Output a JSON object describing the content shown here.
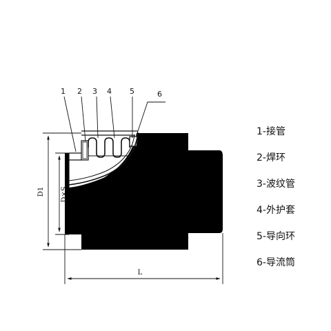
{
  "callouts": [
    "1",
    "2",
    "3",
    "4",
    "5",
    "6"
  ],
  "dimensions": {
    "outer_diameter": "D1",
    "pipe_size": "D×S",
    "length": "L"
  },
  "legend": [
    {
      "num": "1",
      "sep": "-",
      "name": "接管"
    },
    {
      "num": "2",
      "sep": "-",
      "name": "焊环"
    },
    {
      "num": "3",
      "sep": "-",
      "name": "波纹管"
    },
    {
      "num": "4",
      "sep": "-",
      "name": "外护套"
    },
    {
      "num": "5",
      "sep": "-",
      "name": "导向环"
    },
    {
      "num": "6",
      "sep": "-",
      "name": "导流筒"
    }
  ],
  "colors": {
    "body": "#000000",
    "stroke": "#111111",
    "background": "#ffffff"
  }
}
